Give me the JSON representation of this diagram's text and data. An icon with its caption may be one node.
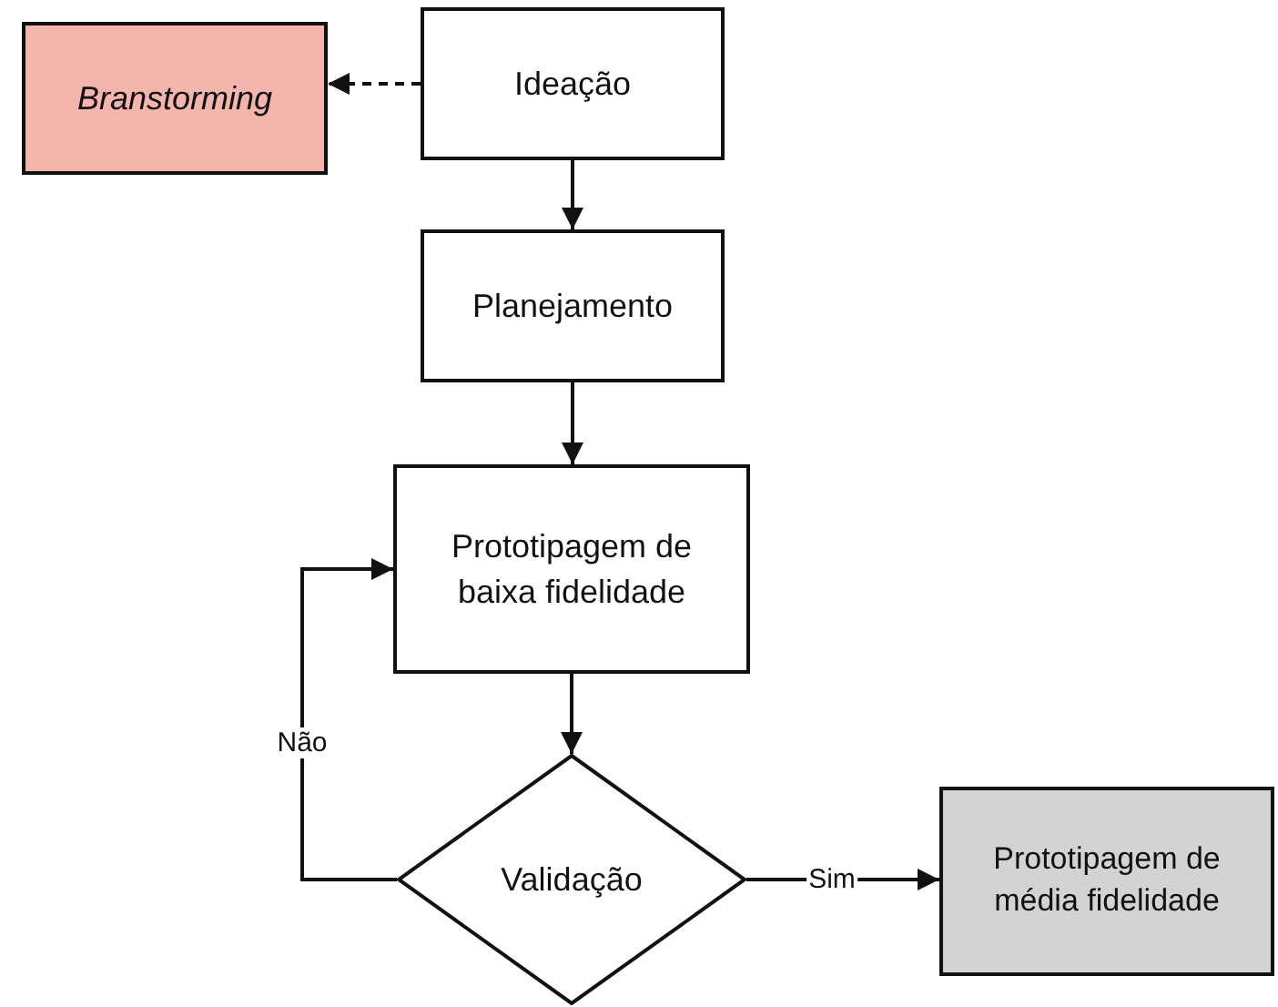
{
  "diagram": {
    "nodes": [
      {
        "text": [
          "Branstorming"
        ]
      },
      {
        "text": [
          "Ideação"
        ]
      },
      {
        "text": [
          "Planejamento"
        ]
      },
      {
        "text": [
          "Prototipagem de baixa fidelidade"
        ]
      },
      {
        "text": [
          "Validação"
        ]
      },
      {
        "text": [
          "Prototipagem de média fidelidade"
        ]
      }
    ],
    "edges": [
      {
        "from": 1,
        "to": 0,
        "arrow": "to",
        "style": "dashed"
      },
      {
        "from": 1,
        "to": 2,
        "arrow": "to"
      },
      {
        "from": 2,
        "to": 3,
        "arrow": "to"
      },
      {
        "from": 3,
        "to": 4,
        "arrow": "to"
      },
      {
        "from": 4,
        "to": 3,
        "arrow": "to",
        "label": "Não"
      },
      {
        "from": 4,
        "to": 5,
        "arrow": "to",
        "label": "Sim"
      }
    ]
  }
}
